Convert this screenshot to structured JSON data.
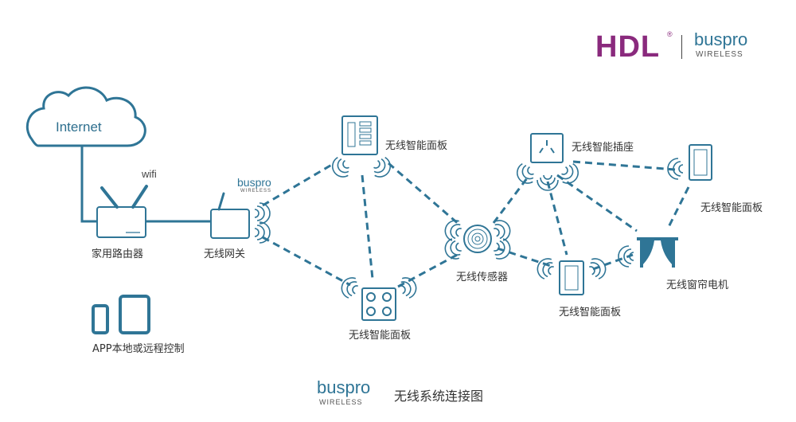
{
  "brand": {
    "hdl": "HDL",
    "reg_mark": "®",
    "buspro_top": "buspro",
    "buspro_sub": "WIRELESS"
  },
  "cloud": {
    "label": "Internet"
  },
  "router": {
    "wifi_label": "wifi",
    "label": "家用路由器"
  },
  "gateway": {
    "brand_top": "buspro",
    "brand_sub": "WIRELESS",
    "label": "无线网关"
  },
  "nodes": {
    "panel_top": "无线智能面板",
    "panel_bottom": "无线智能面板",
    "sensor": "无线传感器",
    "socket": "无线智能插座",
    "panel_mid": "无线智能面板",
    "panel_right": "无线智能面板",
    "curtain": "无线窗帘电机"
  },
  "app": {
    "label": "APP本地或远程控制"
  },
  "footer": {
    "buspro_top": "buspro",
    "buspro_sub": "WIRELESS",
    "title": "无线系统连接图"
  },
  "colors": {
    "accent": "#2f7596",
    "brand_purple": "#8a2a7d",
    "line": "#2f7596"
  }
}
